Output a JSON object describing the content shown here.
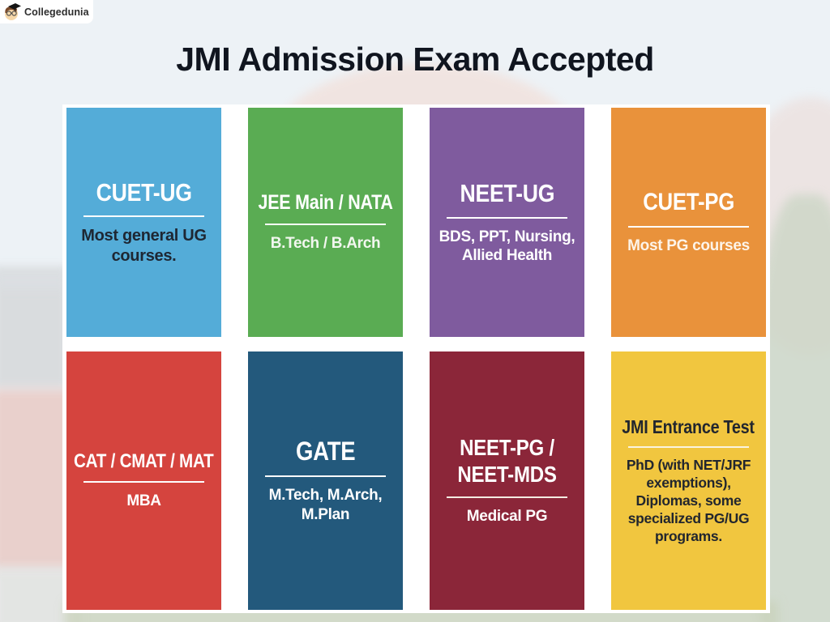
{
  "logo": {
    "text": "Collegedunia"
  },
  "title": "JMI Admission Exam Accepted",
  "cards": [
    {
      "exam": "CUET-UG",
      "courses": "Most general UG courses.",
      "bg": "#54acd8",
      "title_color": "#ffffff",
      "courses_color": "#1e2733",
      "divider_color": "#ffffff"
    },
    {
      "exam": "JEE Main / NATA",
      "courses": "B.Tech / B.Arch",
      "bg": "#5aac53",
      "title_color": "#ffffff",
      "courses_color": "#f2f7ef",
      "divider_color": "#ffffff"
    },
    {
      "exam": "NEET-UG",
      "courses": "BDS, PPT, Nursing, Allied Health",
      "bg": "#7f5b9e",
      "title_color": "#ffffff",
      "courses_color": "#ffffff",
      "divider_color": "#ffffff"
    },
    {
      "exam": "CUET-PG",
      "courses": "Most PG courses",
      "bg": "#e9923b",
      "title_color": "#ffffff",
      "courses_color": "#fdf4e9",
      "divider_color": "#ffffff"
    },
    {
      "exam": "CAT / CMAT / MAT",
      "courses": "MBA",
      "bg": "#d5443e",
      "title_color": "#ffffff",
      "courses_color": "#ffffff",
      "divider_color": "#ffffff"
    },
    {
      "exam": "GATE",
      "courses": "M.Tech, M.Arch, M.Plan",
      "bg": "#23597c",
      "title_color": "#ffffff",
      "courses_color": "#ffffff",
      "divider_color": "#ffffff"
    },
    {
      "exam": "NEET-PG / NEET-MDS",
      "courses": "Medical PG",
      "bg": "#8b2639",
      "title_color": "#ffffff",
      "courses_color": "#ffffff",
      "divider_color": "#f4ece2"
    },
    {
      "exam": "JMI Entrance Test",
      "courses": "PhD (with NET/JRF exemptions), Diplomas, some specialized PG/UG programs.",
      "bg": "#f1c63f",
      "title_color": "#22262e",
      "courses_color": "#22262e",
      "divider_color": "#faf4e0"
    }
  ]
}
